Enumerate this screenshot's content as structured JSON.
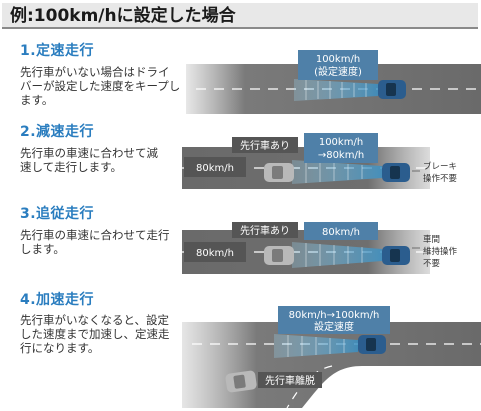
{
  "title": "例:100km/hに設定した場合",
  "sections": [
    {
      "heading": "1.定速走行",
      "desc": [
        "先行車がいない場合はドライ",
        "バーが設定した速度をキープし",
        "ます。"
      ],
      "speed_box": [
        "100km/h",
        "(設定速度)"
      ]
    },
    {
      "heading": "2.減速走行",
      "desc": [
        "先行車の車速に合わせて減",
        "速して走行します。"
      ],
      "lead_label": "先行車あり",
      "lead_speed": "80km/h",
      "speed_box": [
        "100km/h",
        "→80km/h"
      ],
      "note": [
        "ブレーキ",
        "操作不要"
      ]
    },
    {
      "heading": "3.追従走行",
      "desc": [
        "先行車の車速に合わせて走行",
        "します。"
      ],
      "lead_label": "先行車あり",
      "lead_speed": "80km/h",
      "speed_box": [
        "80km/h"
      ],
      "note": [
        "車間",
        "維持操作",
        "不要"
      ]
    },
    {
      "heading": "4.加速走行",
      "desc": [
        "先行車がいなくなると、設定",
        "した速度まで加速し、定速走",
        "行になります。"
      ],
      "speed_box": [
        "80km/h→100km/h",
        "設定速度"
      ],
      "depart_label": "先行車離脱"
    }
  ],
  "colors": {
    "accent": "#2a7dbf",
    "road": "#6f6f6f",
    "speed_box": "#4f80a8",
    "label_bg": "#555555",
    "car_blue": "#2b5d8e",
    "car_gray": "#b9b9b9"
  }
}
